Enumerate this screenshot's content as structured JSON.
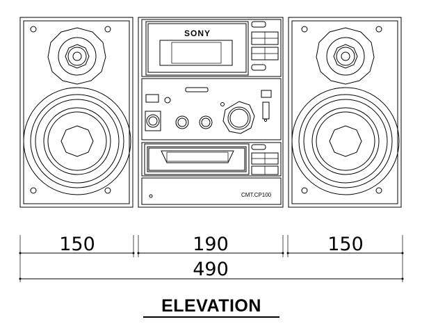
{
  "product": {
    "brand": "SONY",
    "model": "CMT.CP100"
  },
  "dimensions": {
    "left_speaker_width": "150",
    "main_unit_width": "190",
    "right_speaker_width": "150",
    "overall_width": "490"
  },
  "title": "ELEVATION",
  "colors": {
    "line": "#000000",
    "background": "#ffffff"
  }
}
